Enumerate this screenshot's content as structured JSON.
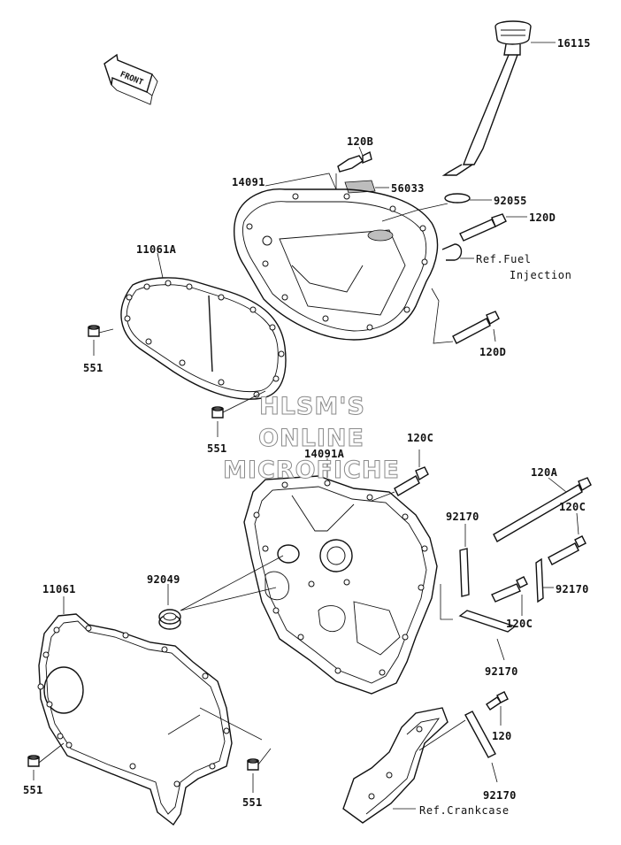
{
  "front_arrow": {
    "label": "FRONT"
  },
  "watermark": {
    "line1": "HLSM'S",
    "line2": "ONLINE",
    "line3": "MICROFICHE"
  },
  "labels": {
    "p16115": "16115",
    "p120b": "120B",
    "p14091": "14091",
    "p56033": "56033",
    "p92055": "92055",
    "p120d_top": "120D",
    "ref_fuel_1": "Ref.Fuel",
    "ref_fuel_2": "Injection",
    "p120d_bottom": "120D",
    "p11061a": "11061A",
    "p551_a": "551",
    "p551_b": "551",
    "p14091a": "14091A",
    "p120c_top": "120C",
    "p120a": "120A",
    "p120c_right": "120C",
    "p92170_a": "92170",
    "p92049": "92049",
    "p92170_b": "92170",
    "p120c_mid": "120C",
    "p11061": "11061",
    "p92170_c": "92170",
    "p120": "120",
    "p551_c": "551",
    "p551_d": "551",
    "p92170_d": "92170",
    "ref_crankcase": "Ref.Crankcase"
  }
}
